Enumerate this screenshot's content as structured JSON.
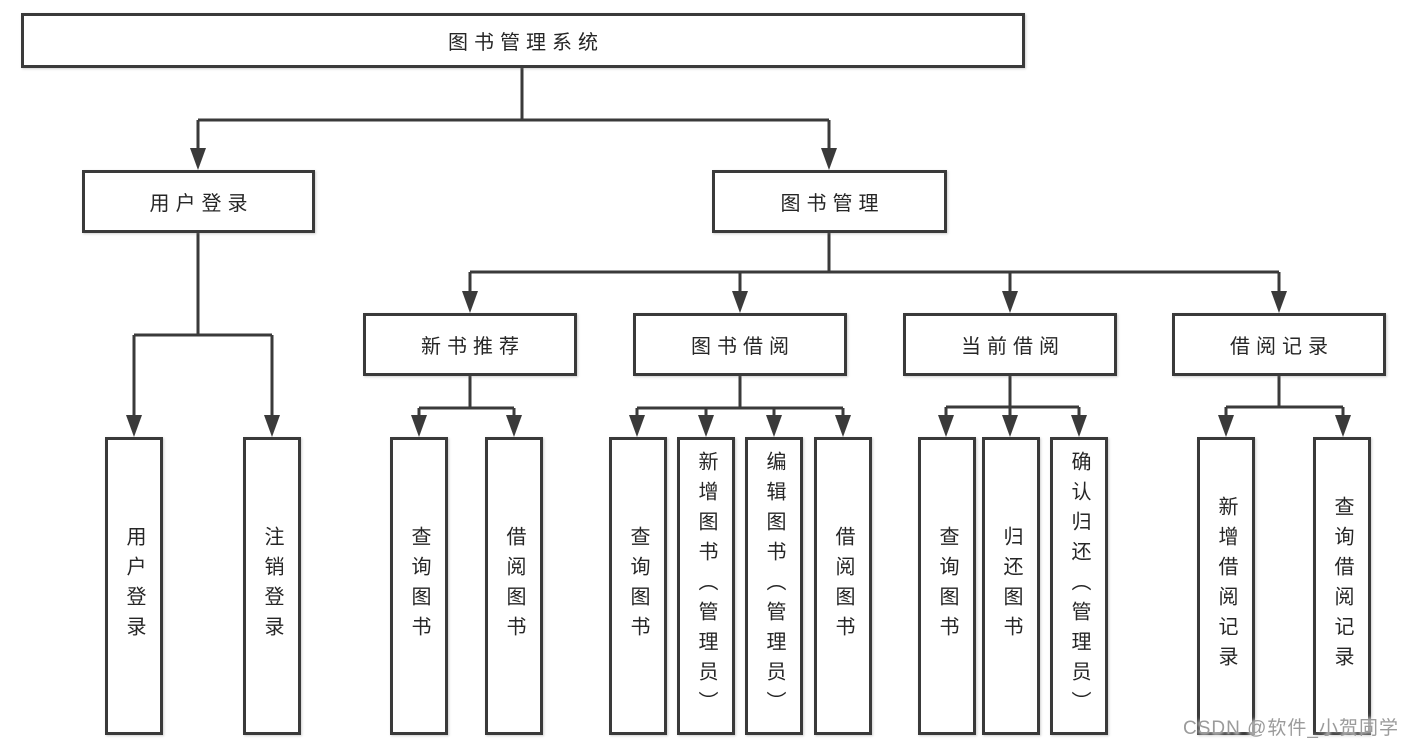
{
  "diagram": {
    "root": {
      "label": "图书管理系统"
    },
    "level2": [
      {
        "label": "用户登录"
      },
      {
        "label": "图书管理"
      }
    ],
    "level3": [
      {
        "label": "新书推荐"
      },
      {
        "label": "图书借阅"
      },
      {
        "label": "当前借阅"
      },
      {
        "label": "借阅记录"
      }
    ],
    "leaves": [
      {
        "label": "用户登录"
      },
      {
        "label": "注销登录"
      },
      {
        "label": "查询图书"
      },
      {
        "label": "借阅图书"
      },
      {
        "label": "查询图书"
      },
      {
        "label": "新增图书（管理员）"
      },
      {
        "label": "编辑图书（管理员）"
      },
      {
        "label": "借阅图书"
      },
      {
        "label": "查询图书"
      },
      {
        "label": "归还图书"
      },
      {
        "label": "确认归还（管理员）"
      },
      {
        "label": "新增借阅记录"
      },
      {
        "label": "查询借阅记录"
      }
    ],
    "watermark": "CSDN @软件_小贺同学",
    "colors": {
      "line": "#3a3a3a",
      "box_border": "#3a3a3a",
      "text": "#262626",
      "background": "#ffffff",
      "watermark": "#9b9b9b"
    }
  }
}
